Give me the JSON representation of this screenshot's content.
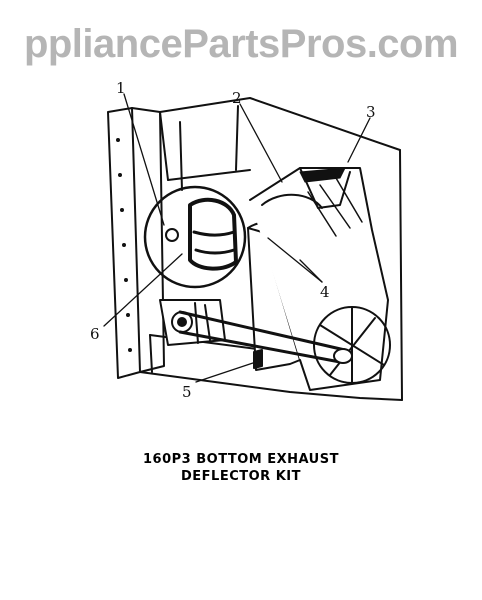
{
  "watermark": "ppliancePartsPros.com",
  "callouts": {
    "c1": "1",
    "c2": "2",
    "c3": "3",
    "c4": "4",
    "c5": "5",
    "c6": "6"
  },
  "caption": {
    "line1": "160P3 BOTTOM EXHAUST",
    "line2": "DEFLECTOR KIT"
  },
  "colors": {
    "ink": "#111111",
    "watermark": "#b5b5b5",
    "background": "#ffffff"
  }
}
